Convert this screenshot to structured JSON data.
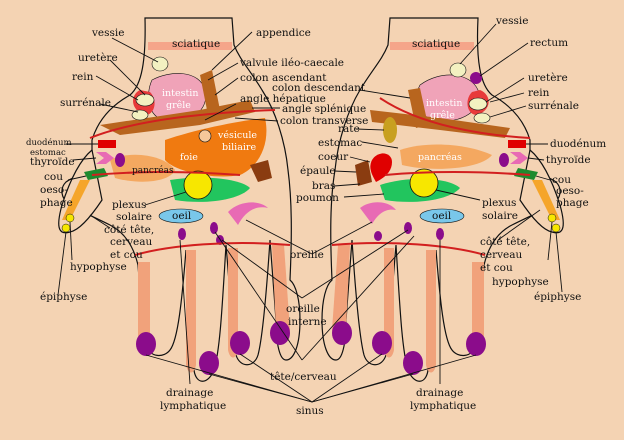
{
  "colors": {
    "background": "#f4d3b3",
    "kidney": "#e83a3a",
    "liver": "#f07a10",
    "intestine": "#f0a3b8",
    "colon": "#b8651e",
    "lungs": "#22c55e",
    "solar_plexus": "#f7e700",
    "eye": "#79c7ea",
    "fingertip": "#8b0c8b",
    "spine": "#f5a52a",
    "neck": "#1e8a2f",
    "thyroid": "#e86ab4",
    "heart": "#e00000",
    "dark_organ": "#8a3c10"
  },
  "left_hand": {
    "labels": {
      "vessie": "vessie",
      "appendice": "appendice",
      "sciatique": "sciatique",
      "uretere": "uretère",
      "valvule": "valvule iléo-caecale",
      "rein": "rein",
      "colon_ascendant": "colon ascendant",
      "surrenale": "surrénale",
      "intestin": "intestin",
      "grele": "grêle",
      "angle_hepatique": "angle hépatique",
      "angle_splenique": "angle splénique",
      "colon_transverse": "colon transverse",
      "duodenum": "duodénum",
      "estomac": "estomac",
      "vesicule": "vésicule",
      "biliaire": "biliaire",
      "thyroide": "thyroïde",
      "pancreas": "pancréas",
      "foie": "foie",
      "cou": "cou",
      "oeso": "oeso-",
      "phage": "phage",
      "plexus": "plexus",
      "solaire": "solaire",
      "cote_tete": "côté tête,",
      "cerveau": "cerveau",
      "et_cou": "et cou",
      "oeil": "oeil",
      "hypophyse": "hypophyse",
      "epiphyse": "épiphyse"
    }
  },
  "right_hand": {
    "labels": {
      "vessie": "vessie",
      "sciatique": "sciatique",
      "rectum": "rectum",
      "uretere": "uretère",
      "colon_descendant": "colon descendant",
      "rein": "rein",
      "surrenale": "surrénale",
      "intestin": "intestin",
      "grele": "grêle",
      "rate": "rate",
      "duodenum": "duodénum",
      "estomac": "estomac",
      "coeur": "coeur",
      "pancreas": "pancréas",
      "thyroide": "thyroïde",
      "epaule": "épaule",
      "cou": "cou",
      "oeso": "oeso-",
      "phage": "phage",
      "bras": "bras",
      "poumon": "poumon",
      "plexus": "plexus",
      "solaire": "solaire",
      "oeil": "oeil",
      "cote_tete": "côté tête,",
      "cerveau": "cerveau",
      "et_cou": "et cou",
      "hypophyse": "hypophyse",
      "epiphyse": "épiphyse"
    }
  },
  "center": {
    "oreille": "oreille",
    "oreille_interne_1": "oreille",
    "oreille_interne_2": "interne",
    "tete_cerveau": "tête/cerveau",
    "drainage_left_1": "drainage",
    "drainage_left_2": "lymphatique",
    "drainage_right_1": "drainage",
    "drainage_right_2": "lymphatique",
    "sinus": "sinus"
  }
}
